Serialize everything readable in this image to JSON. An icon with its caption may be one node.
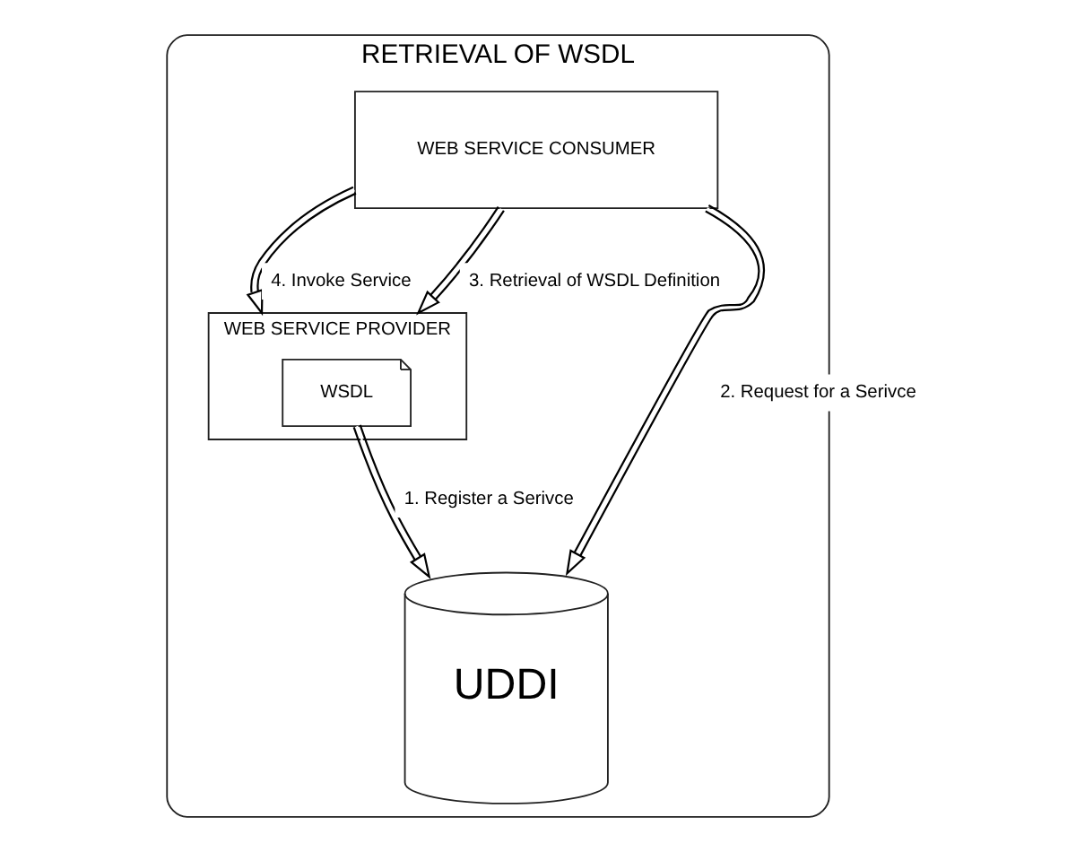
{
  "diagram": {
    "nodes": [
      {
        "text": [
          "RETRIEVAL OF WSDL"
        ]
      },
      {
        "text": [
          "WEB SERVICE CONSUMER"
        ],
        "in": 0
      },
      {
        "text": [
          "WEB SERVICE PROVIDER"
        ],
        "in": 0
      },
      {
        "text": [
          "WSDL"
        ],
        "in": 2
      },
      {
        "text": [
          "UDDI"
        ],
        "in": 0
      }
    ],
    "edges": [
      {
        "from": 1,
        "to": 2,
        "arrow": "to",
        "label": "4. Invoke Service"
      },
      {
        "from": 1,
        "to": 2,
        "arrow": "to",
        "label": "3. Retrieval of WSDL Definition"
      },
      {
        "from": 1,
        "to": 4,
        "arrow": "to",
        "label": "2. Request for a Serivce"
      },
      {
        "from": 3,
        "to": 4,
        "arrow": "to",
        "label": "1. Register a Serivce"
      }
    ]
  }
}
